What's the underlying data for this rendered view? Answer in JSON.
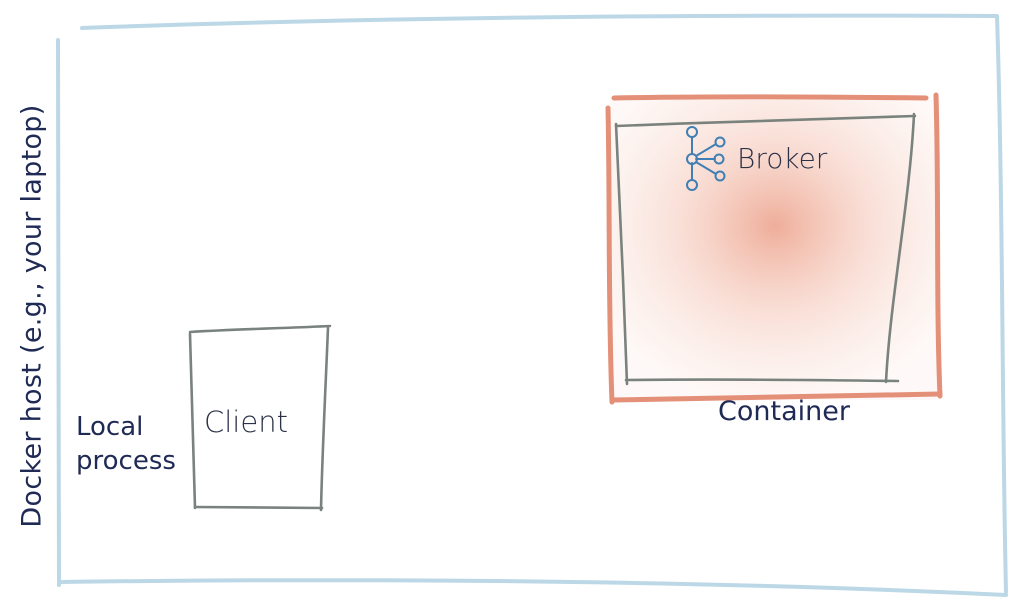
{
  "diagram": {
    "host_label": "Docker host (e.g., your laptop)",
    "process_label": "Local process",
    "client_label": "Client",
    "broker_label": "Broker",
    "container_label": "Container"
  },
  "colors": {
    "host_outline": "#bcd8e6",
    "container_outline": "#e48f78",
    "container_fill": "#f3c4b4",
    "box_outline": "#7a827e",
    "broker_icon": "#3f7fb3",
    "label_text": "#1f2a55"
  },
  "icons": {
    "broker": "network-node-icon"
  }
}
